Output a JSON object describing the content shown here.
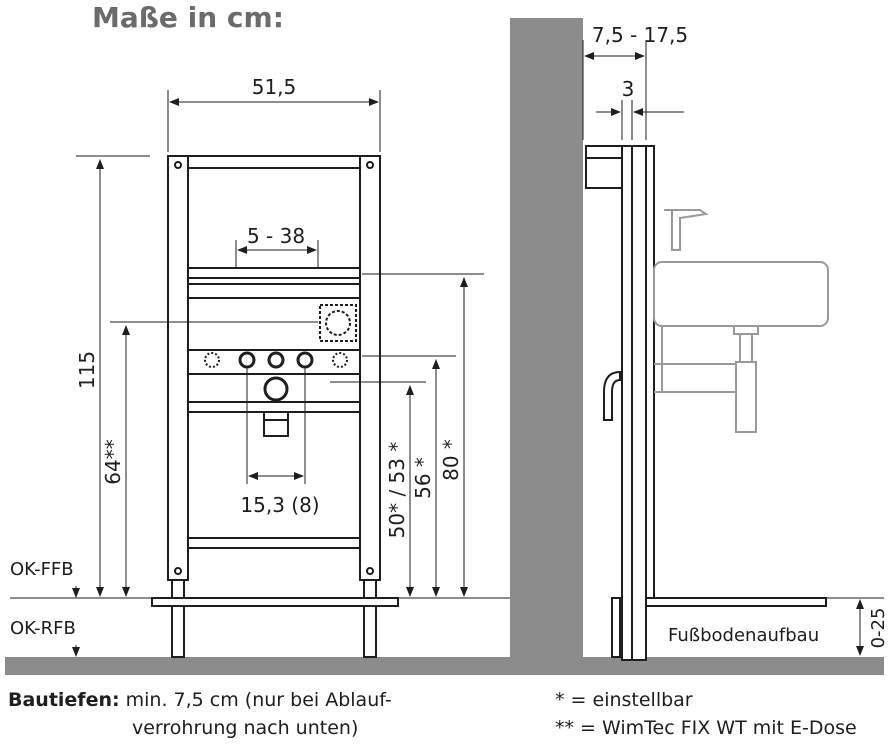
{
  "title": "Maße in cm:",
  "dimensions": {
    "width_top": "51,5",
    "inner_spacing": "5 - 38",
    "drain_spacing": "15,3 (8)",
    "height_total": "115",
    "height_64": "64**",
    "height_50_53": "50* / 53 *",
    "height_56": "56 *",
    "height_80": "80 *",
    "depth_range": "7,5 - 17,5",
    "depth_3": "3",
    "floor_buildup": "0-25"
  },
  "floor_labels": {
    "ffb": "OK-FFB",
    "rfb": "OK-RFB",
    "fussboden": "Fußbodenaufbau"
  },
  "footnotes": {
    "bautiefen_label": "Bautiefen:",
    "bautiefen_line1": "min. 7,5 cm (nur bei Ablauf-",
    "bautiefen_line2": "verrohrung nach unten)",
    "star1": "* = einstellbar",
    "star2": "** = WimTec FIX WT mit E-Dose"
  },
  "colors": {
    "wall": "#8c8c8c",
    "frame": "#1e1e1e",
    "fixture": "#9a9a9a"
  }
}
